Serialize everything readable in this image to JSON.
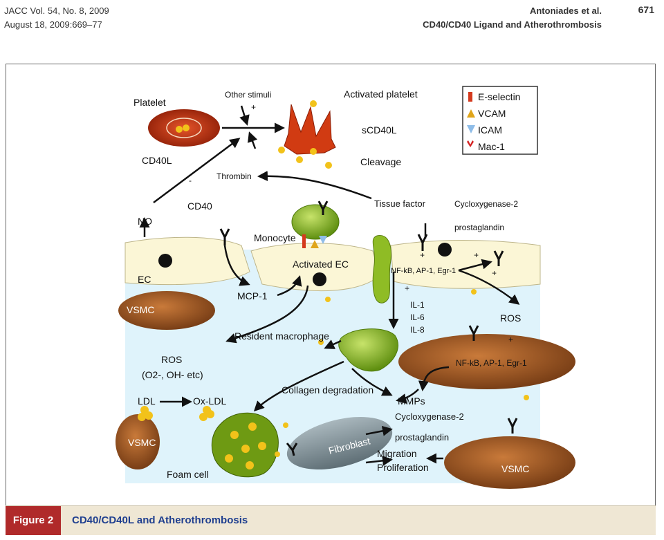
{
  "header": {
    "journal_line1": "JACC Vol. 54, No. 8, 2009",
    "journal_line2": "August 18, 2009:669–77",
    "authors": "Antoniades et al.",
    "running_title": "CD40/CD40 Ligand and Atherothrombosis",
    "page_number": "671"
  },
  "figure": {
    "labels": {
      "platelet": "Platelet",
      "cd40l": "CD40L",
      "other_stimuli": "Other stimuli",
      "activated_platelet": "Activated platelet",
      "scd40l": "sCD40L",
      "cleavage": "Cleavage",
      "thrombin": "Thrombin",
      "no": "NO",
      "cd40": "CD40",
      "monocyte": "Monocyte",
      "tissue_factor": "Tissue factor",
      "cox2_top": "Cycloxygenase-2",
      "prostaglandin_top": "prostaglandin",
      "ec": "EC",
      "activated_ec": "Activated EC",
      "nfkb_top": "NF-kB, AP-1, Egr-1",
      "vsmc_1": "VSMC",
      "mcp1": "MCP-1",
      "il1": "IL-1",
      "il6": "IL-6",
      "il8": "IL-8",
      "ros_right": "ROS",
      "resident_macrophage": "Resident macrophage",
      "nfkb_bottom": "NF-kB, AP-1, Egr-1",
      "ros_left": "ROS",
      "ros_species": "(O2-, OH- etc)",
      "collagen_degradation": "Collagen degradation",
      "mmps": "MMPs",
      "ldl": "LDL",
      "oxldl": "Ox-LDL",
      "cox2_bottom": "Cycloxygenase-2",
      "prostaglandin_bottom": "prostaglandin",
      "vsmc_2": "VSMC",
      "fibroblast": "Fibroblast",
      "migration": "Migration",
      "proliferation": "Proliferation",
      "vsmc_3": "VSMC",
      "foam_cell": "Foam cell",
      "plus": "+",
      "minus": "-"
    },
    "legend": [
      {
        "name": "E-selectin",
        "color": "#d43a1e",
        "icon": "bar-icon"
      },
      {
        "name": "VCAM",
        "color": "#e0a51a",
        "icon": "triangle-up-icon"
      },
      {
        "name": "ICAM",
        "color": "#8fbde8",
        "icon": "triangle-down-icon"
      },
      {
        "name": "Mac-1",
        "color": "#d42020",
        "icon": "mac1-icon"
      }
    ],
    "colors": {
      "endothelium": "#fbf6d6",
      "intima": "#dff3fb",
      "vsmc": "#8b4a1c",
      "platelet": "#c0310f",
      "monocyte": "#7fae1e",
      "fibroblast": "#7e8f96",
      "ligand": "#f2c21a"
    }
  },
  "caption": {
    "tag": "Figure 2",
    "title": "CD40/CD40L and Atherothrombosis"
  }
}
